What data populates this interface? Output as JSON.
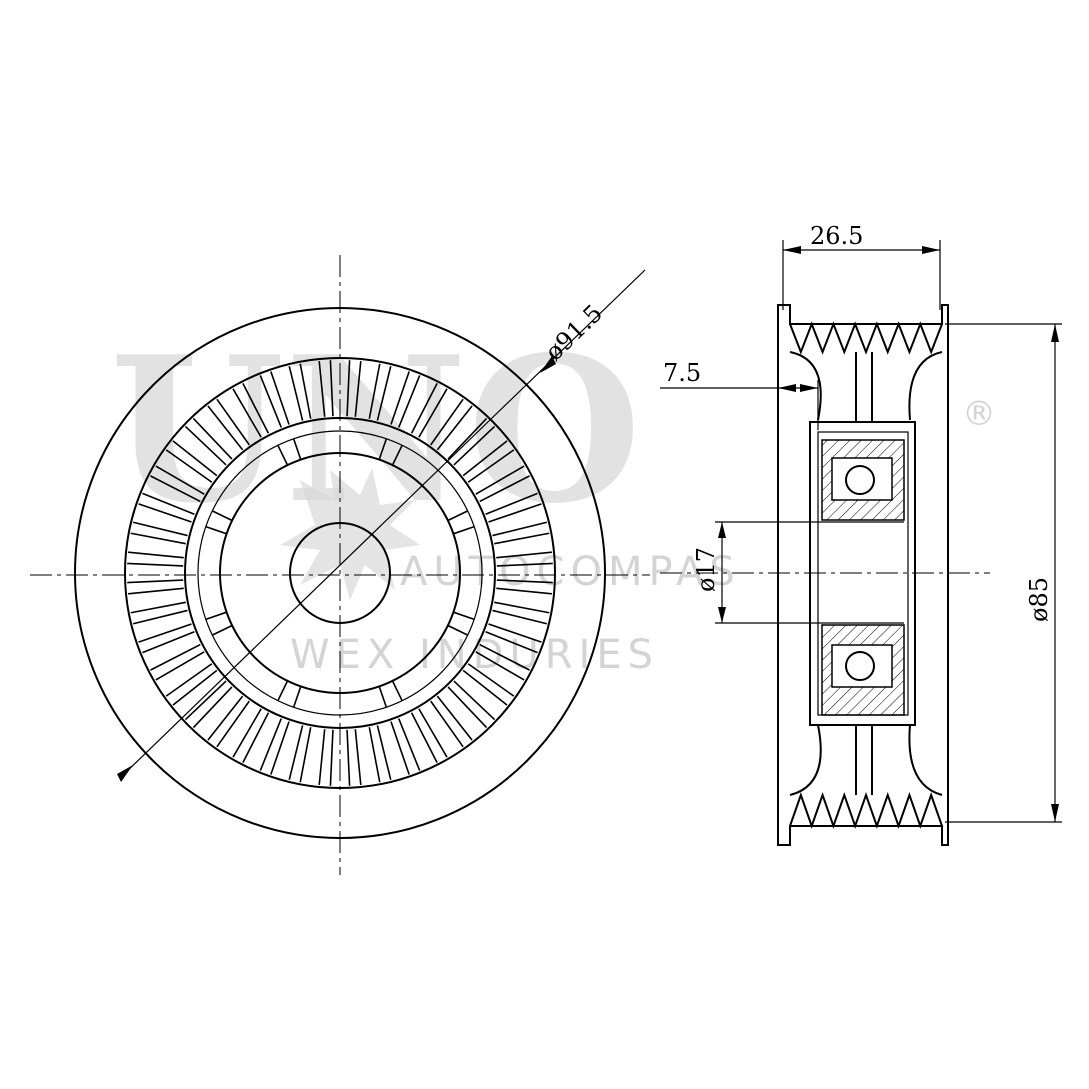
{
  "watermark": {
    "brand": "UNO",
    "registered_mark": "®",
    "line1": "AUTOCOMPAS",
    "line2": "WEX INDURIES"
  },
  "dimensions": {
    "outer_diameter": "ø91.5",
    "width": "26.5",
    "offset": "7.5",
    "bore_diameter": "ø17",
    "groove_diameter": "ø85"
  }
}
